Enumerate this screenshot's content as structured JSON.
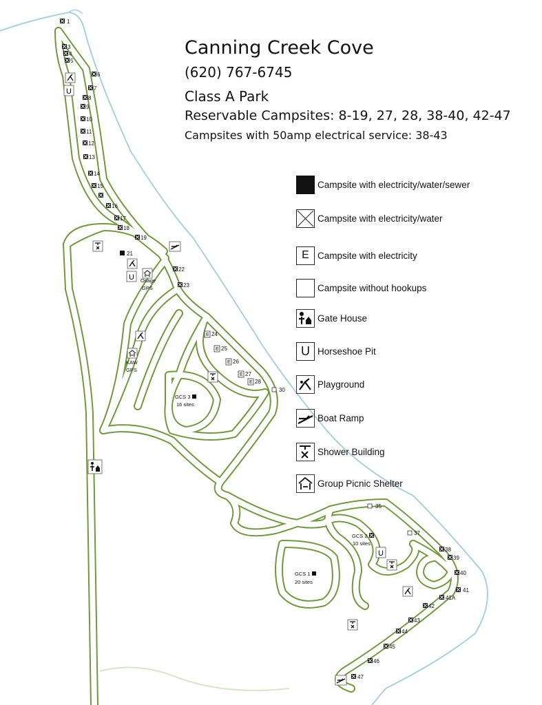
{
  "header": {
    "title": "Canning Creek Cove",
    "phone": "(620) 767-6745",
    "park_class": "Class A Park",
    "reservable": "Reservable Campsites: 8-19, 27, 28, 38-40, 42-47",
    "amp50": "Campsites with 50amp electrical service:  38-43"
  },
  "legend": [
    {
      "icon": "campsite-full-hookup",
      "label": "Campsite with electricity/water/sewer"
    },
    {
      "icon": "campsite-elec-water",
      "label": "Campsite with electricity/water"
    },
    {
      "icon": "campsite-elec",
      "glyph": "E",
      "label": "Campsite with electricity"
    },
    {
      "icon": "campsite-none",
      "label": "Campsite without hookups"
    },
    {
      "icon": "gate-house-icon",
      "label": "Gate House"
    },
    {
      "icon": "horseshoe-pit-icon",
      "glyph": "U",
      "label": "Horseshoe Pit"
    },
    {
      "icon": "playground-icon",
      "label": "Playground"
    },
    {
      "icon": "boat-ramp-icon",
      "label": "Boat Ramp"
    },
    {
      "icon": "shower-building-icon",
      "label": "Shower Building"
    },
    {
      "icon": "group-picnic-shelter-icon",
      "label": "Group Picnic Shelter"
    }
  ],
  "sites": {
    "s1": "1",
    "s3": "3",
    "s4": "4",
    "s5": "5",
    "s6": "6",
    "s7": "7",
    "s8": "8",
    "s9": "9",
    "s10": "10",
    "s11": "11",
    "s12": "12",
    "s13": "13",
    "s14": "14",
    "s15": "15",
    "s16": "16",
    "s17": "17",
    "s18": "18",
    "s19": "19",
    "s21": "21",
    "s22": "22",
    "s23": "23",
    "s24": "24",
    "s25": "25",
    "s26": "26",
    "s27": "27",
    "s28": "28",
    "s30": "30",
    "s35": "35",
    "s37": "37",
    "s38": "38",
    "s39": "39",
    "s40": "40",
    "s41": "41",
    "s41a": "41A",
    "s42": "42",
    "s43": "43",
    "s44": "44",
    "s45": "45",
    "s46": "46",
    "s47": "47"
  },
  "areas": {
    "osage": "Osage",
    "osage_gps": "GPS",
    "kaw": "KAW",
    "kaw_gps": "GPS",
    "gcs3": "GCS 3",
    "gcs3_sites": "16 sites",
    "gcs2": "GCS 2",
    "gcs2_sites": "10 sites",
    "gcs1": "GCS 1",
    "gcs1_sites": "20 sites"
  },
  "glyphs": {
    "e": "E",
    "u": "U"
  },
  "colors": {
    "road_outline": "#6f9a3a",
    "road_fill": "#ffffff",
    "shoreline": "#a9d0dc"
  }
}
